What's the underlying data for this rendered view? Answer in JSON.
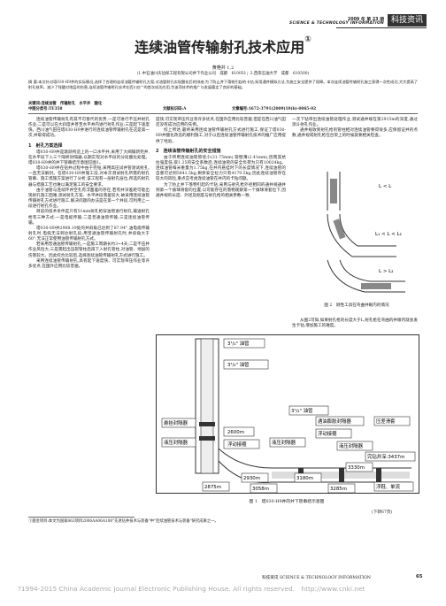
{
  "header": {
    "issue_line": "2009 年 第 23 期",
    "journal_en": "SCIENCE & TECHNOLOGY INFORMATION",
    "column_tag": "科技资讯"
  },
  "article": {
    "title": "连续油管传输射孔技术应用",
    "title_note": "①",
    "author": "黄艳井 1,2",
    "affiliation": "(1.中石油川庆钻探工程有限公司井下作业公司　成都　610051；2.西南石油大学　成都　610500)",
    "abstract": "摘 要:本文针对塔030-H9井的实际情况,选择了合理的连续油管传输射孔方案;对油管射孔实现酸化后的排液;为了防止井下落物引起的卡钻,采用通井模拟方法,为施工安全提供了保障。本次连续油管传输射孔施工获得一次性成功,大大提高了射孔效率。减少了残酸对地层的伤害,连续油管传输射孔技术在西川应^的首次成功应用,为该项技术的推广与发展奠定了良好的基础。",
    "keywords": "关键词:连续油管　传输射孔　水平井　酸化",
    "classification": "中图分类号:TE358",
    "doc_code": "文献标识码:A",
    "article_no": "文章编号:1672-3791(2009)10(b)-0065-02"
  },
  "body": {
    "col1_intro": "连续油管传输射孔有其不可替代的优势,一是可进行不压井射孔作业;二是可以在大斜度井甚至水平井内进行射孔作业;三是起下速度快。西川油气田在塔030-H9井进行的连续油管传输射孔在这是第一次,并取得成功。",
    "col1_h1": "1　射孔方案选择",
    "col1_p1": "塔030-H9井是歌跃构造上的一口水平井,采用了大阀铺新完井,在水平段下入三个隔桥封隔器,以期实现对水平段的分段酸化处理。塔030-H9井的井下管串结示意图见图1。",
    "col1_p2": "塔030-H9井在钻井过程中由于完钻,采用高压试井管测试射孔,一直无法解封。在塔030-H9井施工前,对本次测试射孔所需的射孔管串、施工措施方案进行了分析,该工程有一层射孔层位,所选的射孔器与措施工艺也难以满足施工的安全要求。",
    "col1_p3": "由于油管与连续环井空孔有浮面差的存在,若有井深差距可能出现射孔施工困难,测试射孔方案、水平井段落差较大,故采用连续油管传输射孔方式进行施工,解决问题的办法是在第一个井段,可利用上一段进行射孔作业。",
    "col1_p4": "目前的技术条件是只有51mm射孔枪穿油管进行射孔,输送射孔枪有三种方式:一是电缆传输;二是普通油管传输;三是连续油管传输。",
    "col1_p5": "塔030-H9井2908.19处的井斜角已达到了87.94°,油电缆传输射孔时,电缆无法到达射孔段;用普通油管传输射孔时,井斜角大于60°,无法正常使用油管传输射孔方式。",
    "col1_p6": "若采用普通油管传输射孔,一是施工周期长约3~4天;二是不压井作业风险大;三是需起出压裂管柱后再下入射孔管柱,对油管、地层的伤害较大。因此综合比较后,选择连续油管传输射孔方式进行施工。",
    "col1_p7": "采用连续油管传输射孔,具有起下速度快、可实现带压作业等许多优点,在国外应用比较普遍。",
    "col2_p1": "度快,可实现带压作业等许多优点,在国外应用比较普遍,但是在西川油气田还没有成功应用的先例。",
    "col2_p2": "综上所述,最终采用连续油管传输射孔方式进行施工,保证了塔030-H9井酸化改造的顺利施工,对于以后连续油管传输射孔技术的推广应用提供了经验。",
    "col2_h2": "2　连续油管传输射孔的安全措施",
    "col2_p3": "由于所用连续油管管径小(31.75mm),管壁薄(2.41mm),因而其抗拉强度低,取1.25的安全系数后,连续油管的安全负荷为只有10024kg。连续油管每米重量为1.75kg,在井内悬挂时下的长度情况下,连续油管的自重可达到5841.5kg,剩余安全拉力只有4179.5kg,因此连续油管存在较大的风险,重点应考虑连续油管在井内的卡钻问题。",
    "col2_p4": "为了防止井下落物引起的卡钻,采用与射孔枪外径相同的通井规通井到第一个拨球滑套的位置,以可能存在的落物观察第一个拨球滑套位下,因通井规的长度、外径及刚度与射孔枪的相关参数一致,",
    "col3_p1": "一次下钻带出连续油管处理作业,测试通井规在第2915m的深度,通过测斗射孔作业。",
    "col3_p2": "通井规收到射孔枪的管柱相对连续油管要得很多,应保留证并的点数,通井规或射孔枪在台架上的时候就要相关检查。"
  },
  "figures": {
    "fig2_labels": {
      "l1": "L < L",
      "l2": "L₁ < L < L₂",
      "l3": "L > L₂"
    },
    "fig2_caption": "图 2　刚性工具在弯曲井眼内的情况",
    "fig2_text": "从图2可知,如果射孔枪的长度大于L,射孔枪在弯曲的井眼内就会发生卡钻,增加施工的难度。",
    "fig1_labels": {
      "tubing_top": "3¹/₂\" 油管",
      "tubing_right": "3¹/₂\" 油管",
      "pkr1": "悬挂封隔器",
      "pkr2": "液压封隔器",
      "pkr3": "液压封隔器",
      "shoe1": "2600m",
      "float1": "浮动接箍",
      "pkr4": "遇油膨胀封隔器",
      "float2": "浮动接箍",
      "pkr5": "压差滑套",
      "tubing_low": "3¹/₂\" 油管",
      "pkr6": "液压封隔器",
      "depth_right": "完钻井深:3437m",
      "shoe2": "浮鞋、单流",
      "d1": "2875m",
      "d2": "2930m",
      "d3": "3058m",
      "d4": "3180m",
      "d5": "3285m",
      "d6": "3330m"
    },
    "fig1_caption": "图 1　塔030-H9井的井下管串结示意图",
    "continued": "(下转67页)"
  },
  "footnote": "①基金项目:本文为国家863项目2006AA06A106\"先进钻井技术与装备\"中\"连续油管技术与装备\"研究成果之一。",
  "footer": {
    "journal": "科技资讯 SCIENCE & TECHNOLOGY INFORMATION",
    "page_number": "65",
    "copyright": "?1994-2015 China Academic Journal Electronic Publishing House. All rights reserved.　http://www.cnki.net"
  }
}
